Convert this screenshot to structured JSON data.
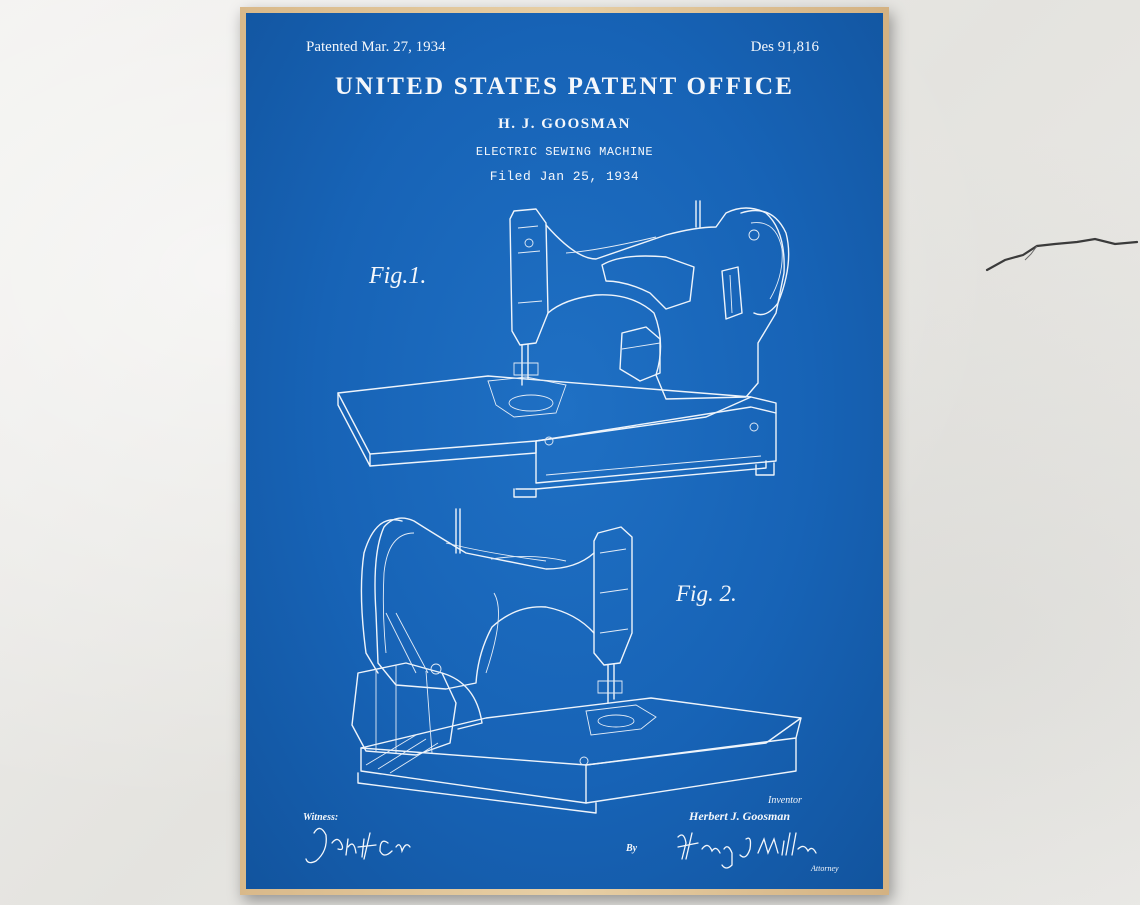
{
  "poster": {
    "patented": "Patented Mar. 27, 1934",
    "des_number": "Des 91,816",
    "office": "UNITED STATES PATENT OFFICE",
    "inventor_heading": "H. J. GOOSMAN",
    "device": "ELECTRIC SEWING MACHINE",
    "filed": "Filed Jan 25, 1934",
    "fig1_label": "Fig.1.",
    "fig2_label": "Fig. 2.",
    "witness_label": "Witness:",
    "witness_signature": "John H. Cave",
    "inventor_label": "Inventor",
    "inventor_name": "Herbert J. Goosman",
    "by_label": "By",
    "attorney_signature": "Henry J. Miller",
    "attorney_label": "Attorney"
  },
  "colors": {
    "wall": "#ecebe8",
    "frame": "#e0c497",
    "blueprint": "#1763b6",
    "ink": "#f4f7fb"
  },
  "icons": [
    "wall-crack-icon",
    "sewing-machine-fig1-icon",
    "sewing-machine-fig2-icon",
    "witness-signature-icon",
    "attorney-signature-icon"
  ]
}
